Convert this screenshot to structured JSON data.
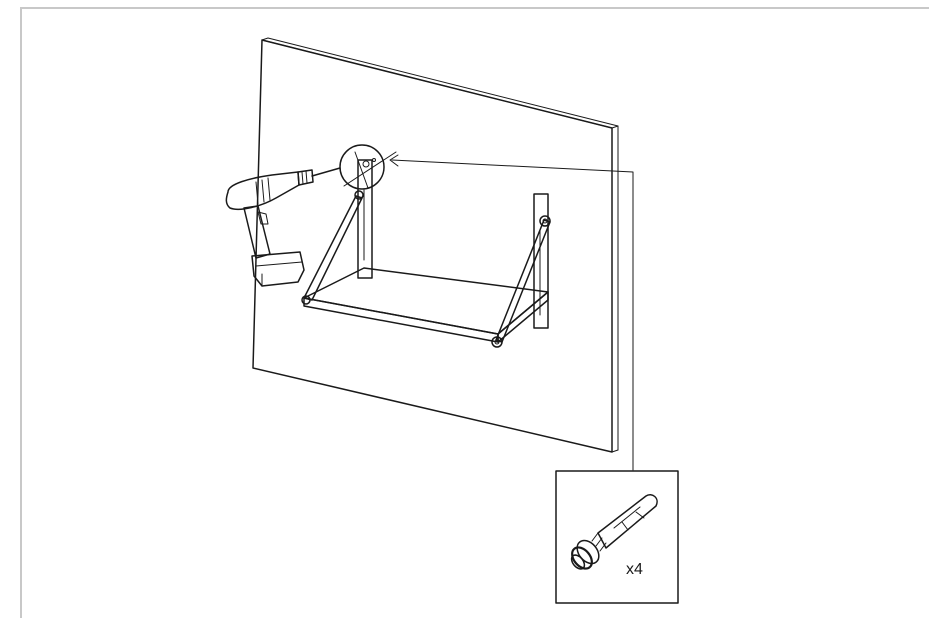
{
  "hardware_callout": {
    "quantity_label": "x4"
  },
  "colors": {
    "ink": "#1a1a1a",
    "frame": "#c8c8c8",
    "background": "#ffffff"
  },
  "icons": [
    "drill-icon",
    "wall-panel",
    "shelf",
    "anchor-bolt-icon",
    "detail-circle"
  ]
}
